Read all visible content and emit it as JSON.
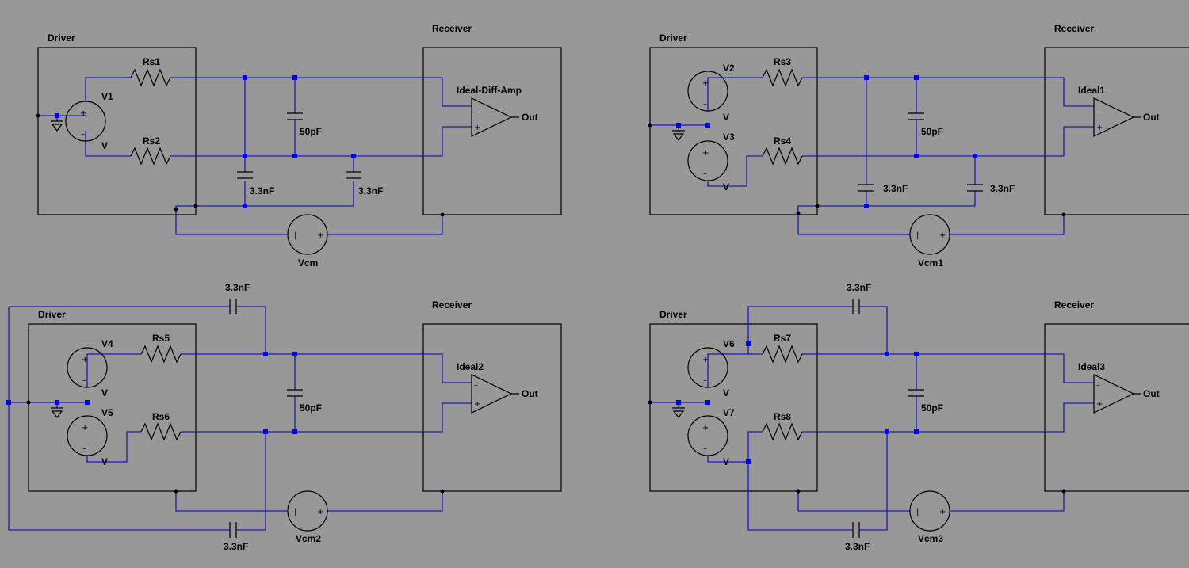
{
  "circuits": [
    {
      "driver_label": "Driver",
      "receiver_label": "Receiver",
      "sources": [
        "V1"
      ],
      "source_value_labels": [
        "V"
      ],
      "resistors": [
        "Rs1",
        "Rs2"
      ],
      "diff_cap": "50pF",
      "shunt_caps": [
        "3.3nF",
        "3.3nF"
      ],
      "amp_label": "Ideal-Diff-Amp",
      "amp_out": "Out",
      "vcm_label": "Vcm"
    },
    {
      "driver_label": "Driver",
      "receiver_label": "Receiver",
      "sources": [
        "V2",
        "V3"
      ],
      "source_value_labels": [
        "V",
        "V"
      ],
      "resistors": [
        "Rs3",
        "Rs4"
      ],
      "diff_cap": "50pF",
      "shunt_caps": [
        "3.3nF",
        "3.3nF"
      ],
      "amp_label": "Ideal1",
      "amp_out": "Out",
      "vcm_label": "Vcm1"
    },
    {
      "driver_label": "Driver",
      "receiver_label": "Receiver",
      "sources": [
        "V4",
        "V5"
      ],
      "source_value_labels": [
        "V",
        "V"
      ],
      "resistors": [
        "Rs5",
        "Rs6"
      ],
      "diff_cap": "50pF",
      "shunt_caps": [
        "3.3nF",
        "3.3nF"
      ],
      "amp_label": "Ideal2",
      "amp_out": "Out",
      "vcm_label": "Vcm2"
    },
    {
      "driver_label": "Driver",
      "receiver_label": "Receiver",
      "sources": [
        "V6",
        "V7"
      ],
      "source_value_labels": [
        "V",
        "V"
      ],
      "resistors": [
        "Rs7",
        "Rs8"
      ],
      "diff_cap": "50pF",
      "shunt_caps": [
        "3.3nF",
        "3.3nF"
      ],
      "amp_label": "Ideal3",
      "amp_out": "Out",
      "vcm_label": "Vcm3"
    }
  ],
  "colors": {
    "background": "#989898",
    "wire": "#1a1ab4",
    "junction": "#0000ff",
    "component": "#000000"
  }
}
